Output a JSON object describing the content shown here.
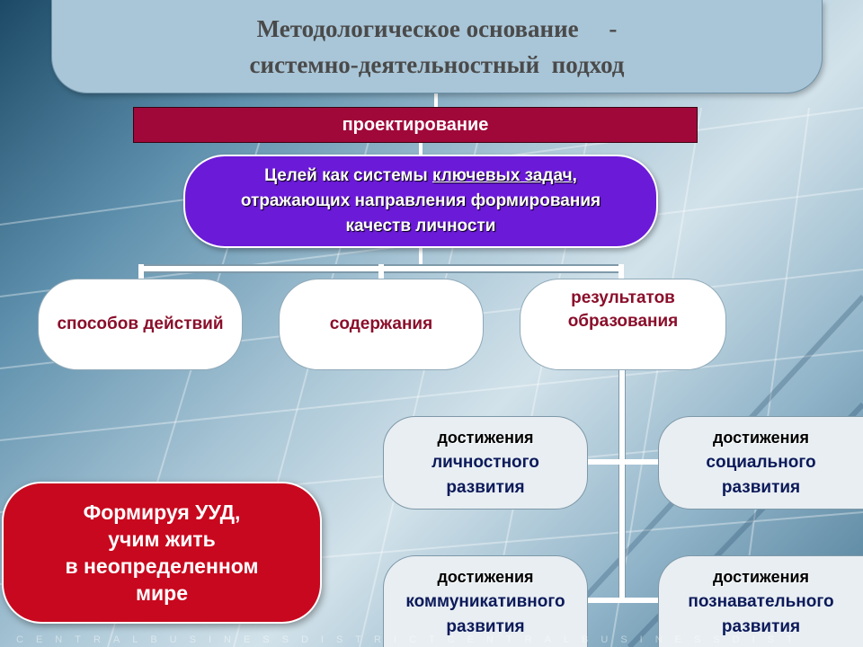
{
  "title": {
    "line1": "Методологическое основание     -",
    "line2": "системно-деятельностный  подход"
  },
  "design_bar": {
    "label": "проектирование"
  },
  "goals": {
    "line1_a": "Целей как системы ",
    "line1_b": "ключевых задач",
    "line1_c": ",",
    "line2": "отражающих направления формирования",
    "line3": "качеств личности"
  },
  "branches": {
    "methods": "способов действий",
    "content": "содержания",
    "results_line1": "результатов",
    "results_line2": "образования"
  },
  "achievements": [
    {
      "head": "достижения",
      "line1": "личностного",
      "line2": "развития"
    },
    {
      "head": "достижения",
      "line1": "социального",
      "line2": "развития"
    },
    {
      "head": "достижения",
      "line1": "коммуникативного",
      "line2": "развития"
    },
    {
      "head": "достижения",
      "line1": "познавательного",
      "line2": "развития"
    }
  ],
  "uud": {
    "line1": "Формируя УУД,",
    "line2": "учим жить",
    "line3": "в неопределенном",
    "line4": "мире"
  },
  "watermark_text": "CENTRALBUSINESSDISTRICTCENTRALBUSINESSDIST",
  "colors": {
    "design_bar": "#a0083a",
    "goals_fill": "#6b1ad8",
    "uud_fill": "#c8081e",
    "connector": "#ffffff"
  }
}
